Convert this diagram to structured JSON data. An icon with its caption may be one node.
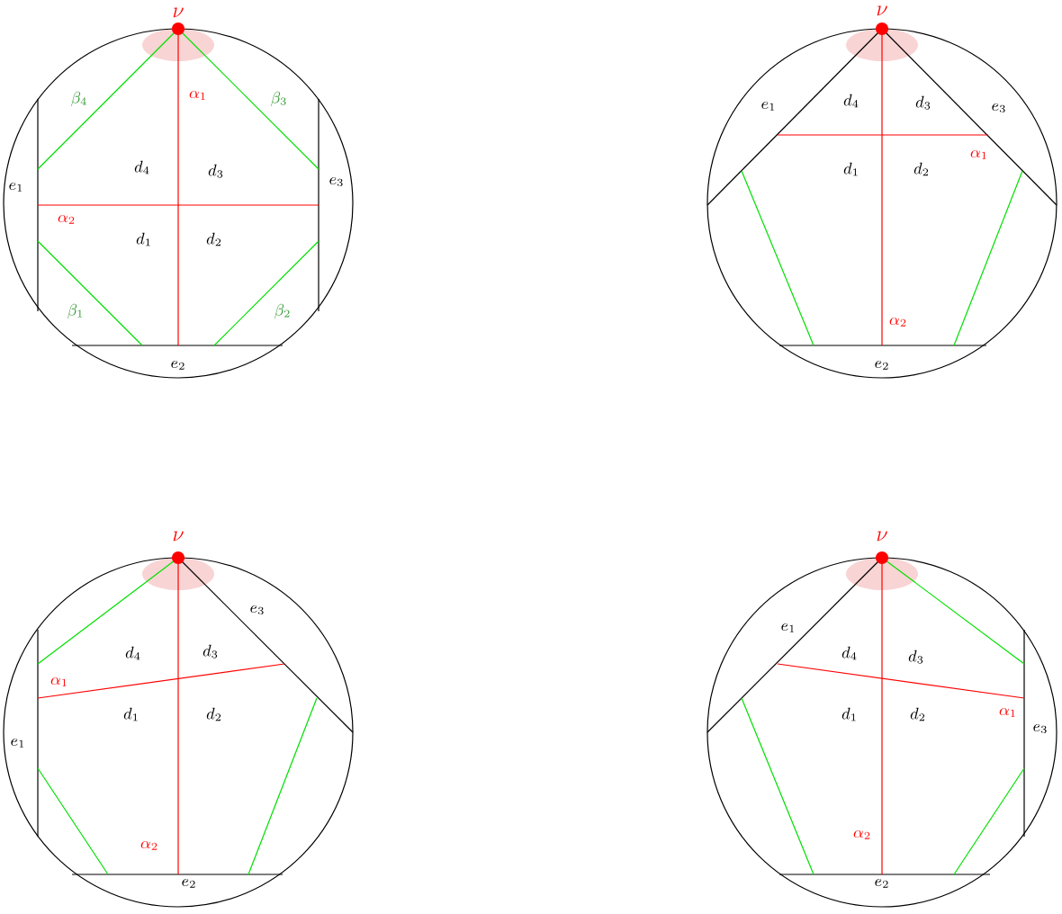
{
  "diagram": {
    "labels": [
      "\\nu",
      "\\beta_4",
      "\\alpha_1",
      "\\beta_3",
      "d_4",
      "d_3",
      "e_1",
      "e_3",
      "\\alpha_2",
      "d_1",
      "d_2",
      "\\beta_1",
      "\\beta_2",
      "e_2",
      "\\nu",
      "e_1",
      "d_4",
      "d_3",
      "e_3",
      "\\alpha_1",
      "d_1",
      "d_2",
      "\\alpha_2",
      "e_2",
      "\\nu",
      "e_3",
      "d_4",
      "d_3",
      "\\alpha_1",
      "d_1",
      "d_2",
      "e_1",
      "\\alpha_2",
      "e_2",
      "\\nu",
      "e_1",
      "d_4",
      "d_3",
      "d_1",
      "d_2",
      "\\alpha_1",
      "e_3",
      "\\alpha_2",
      "e_2"
    ]
  }
}
